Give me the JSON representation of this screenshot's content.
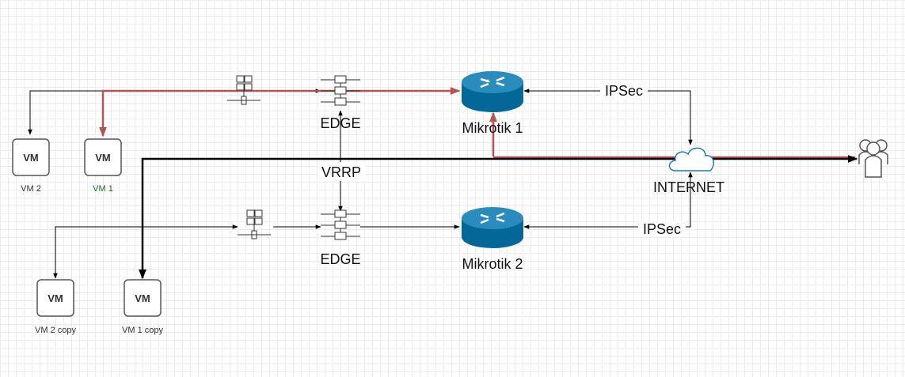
{
  "colors": {
    "red_path": "#b85450",
    "black_path": "#000000",
    "router_blue": "#036897",
    "cloud_blue": "#1e7bc4",
    "vm_label_green": "#1a6b1a"
  },
  "nodes": {
    "vm2": {
      "icon_text": "VM",
      "label": "VM 2"
    },
    "vm1": {
      "icon_text": "VM",
      "label": "VM 1"
    },
    "vm2_copy": {
      "icon_text": "VM",
      "label": "VM 2 copy"
    },
    "vm1_copy": {
      "icon_text": "VM",
      "label": "VM 1 copy"
    },
    "edge_top": {
      "label": "EDGE",
      "icon": "edge-gateway-icon"
    },
    "edge_bottom": {
      "label": "EDGE",
      "icon": "edge-gateway-icon"
    },
    "router1": {
      "label": "Mikrotik 1",
      "icon": "router-icon"
    },
    "router2": {
      "label": "Mikrotik 2",
      "icon": "router-icon"
    },
    "internet": {
      "label": "INTERNET",
      "icon": "cloud-icon"
    },
    "users": {
      "icon": "users-icon"
    },
    "switch_top": {
      "icon": "switch-icon"
    },
    "switch_bottom": {
      "icon": "switch-icon"
    }
  },
  "links": {
    "vrrp": "VRRP",
    "ipsec_top": "IPSec",
    "ipsec_bottom": "IPSec"
  }
}
